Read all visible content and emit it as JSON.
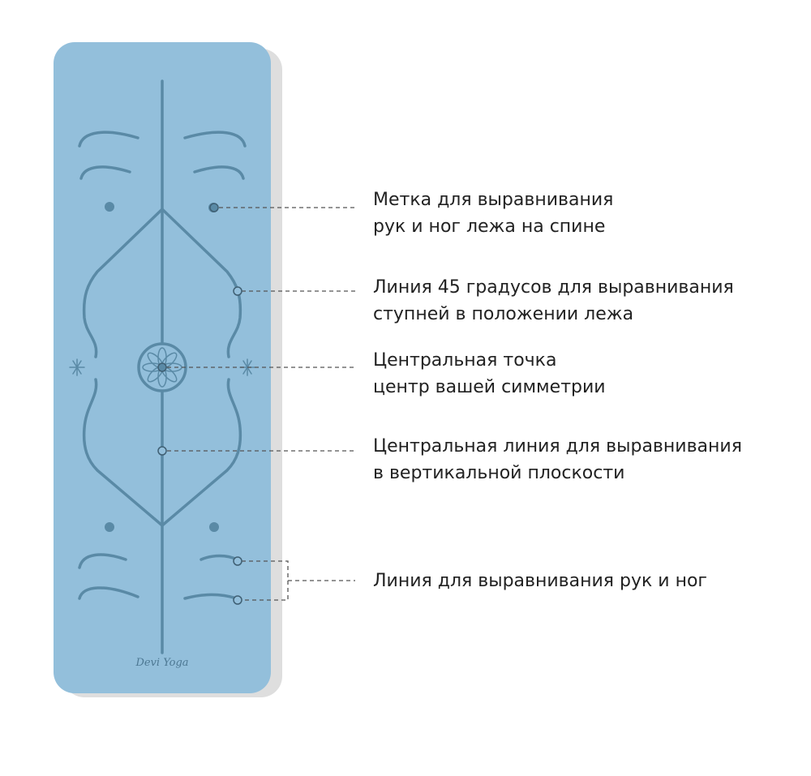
{
  "mat": {
    "logo": "Devi Yoga",
    "colors": {
      "mat": "#93bfdb",
      "line": "#5a8aa6",
      "shadow": "#dcdcdc",
      "leader": "#555555"
    }
  },
  "callouts": [
    {
      "id": "hand-foot-supine-mark",
      "lines": [
        "Метка для выравнивания",
        "рук и ног лежа на спине"
      ]
    },
    {
      "id": "degree-45-line",
      "lines": [
        "Линия 45 градусов для выравнивания",
        "ступней в положении лежа"
      ]
    },
    {
      "id": "center-point",
      "lines": [
        "Центральная точка",
        "центр вашей симметрии"
      ]
    },
    {
      "id": "center-line",
      "lines": [
        "Центральная линия для выравнивания",
        "в вертикальной плоскости"
      ]
    },
    {
      "id": "hand-foot-line",
      "lines": [
        "Линия для выравнивания рук и ног"
      ]
    }
  ]
}
